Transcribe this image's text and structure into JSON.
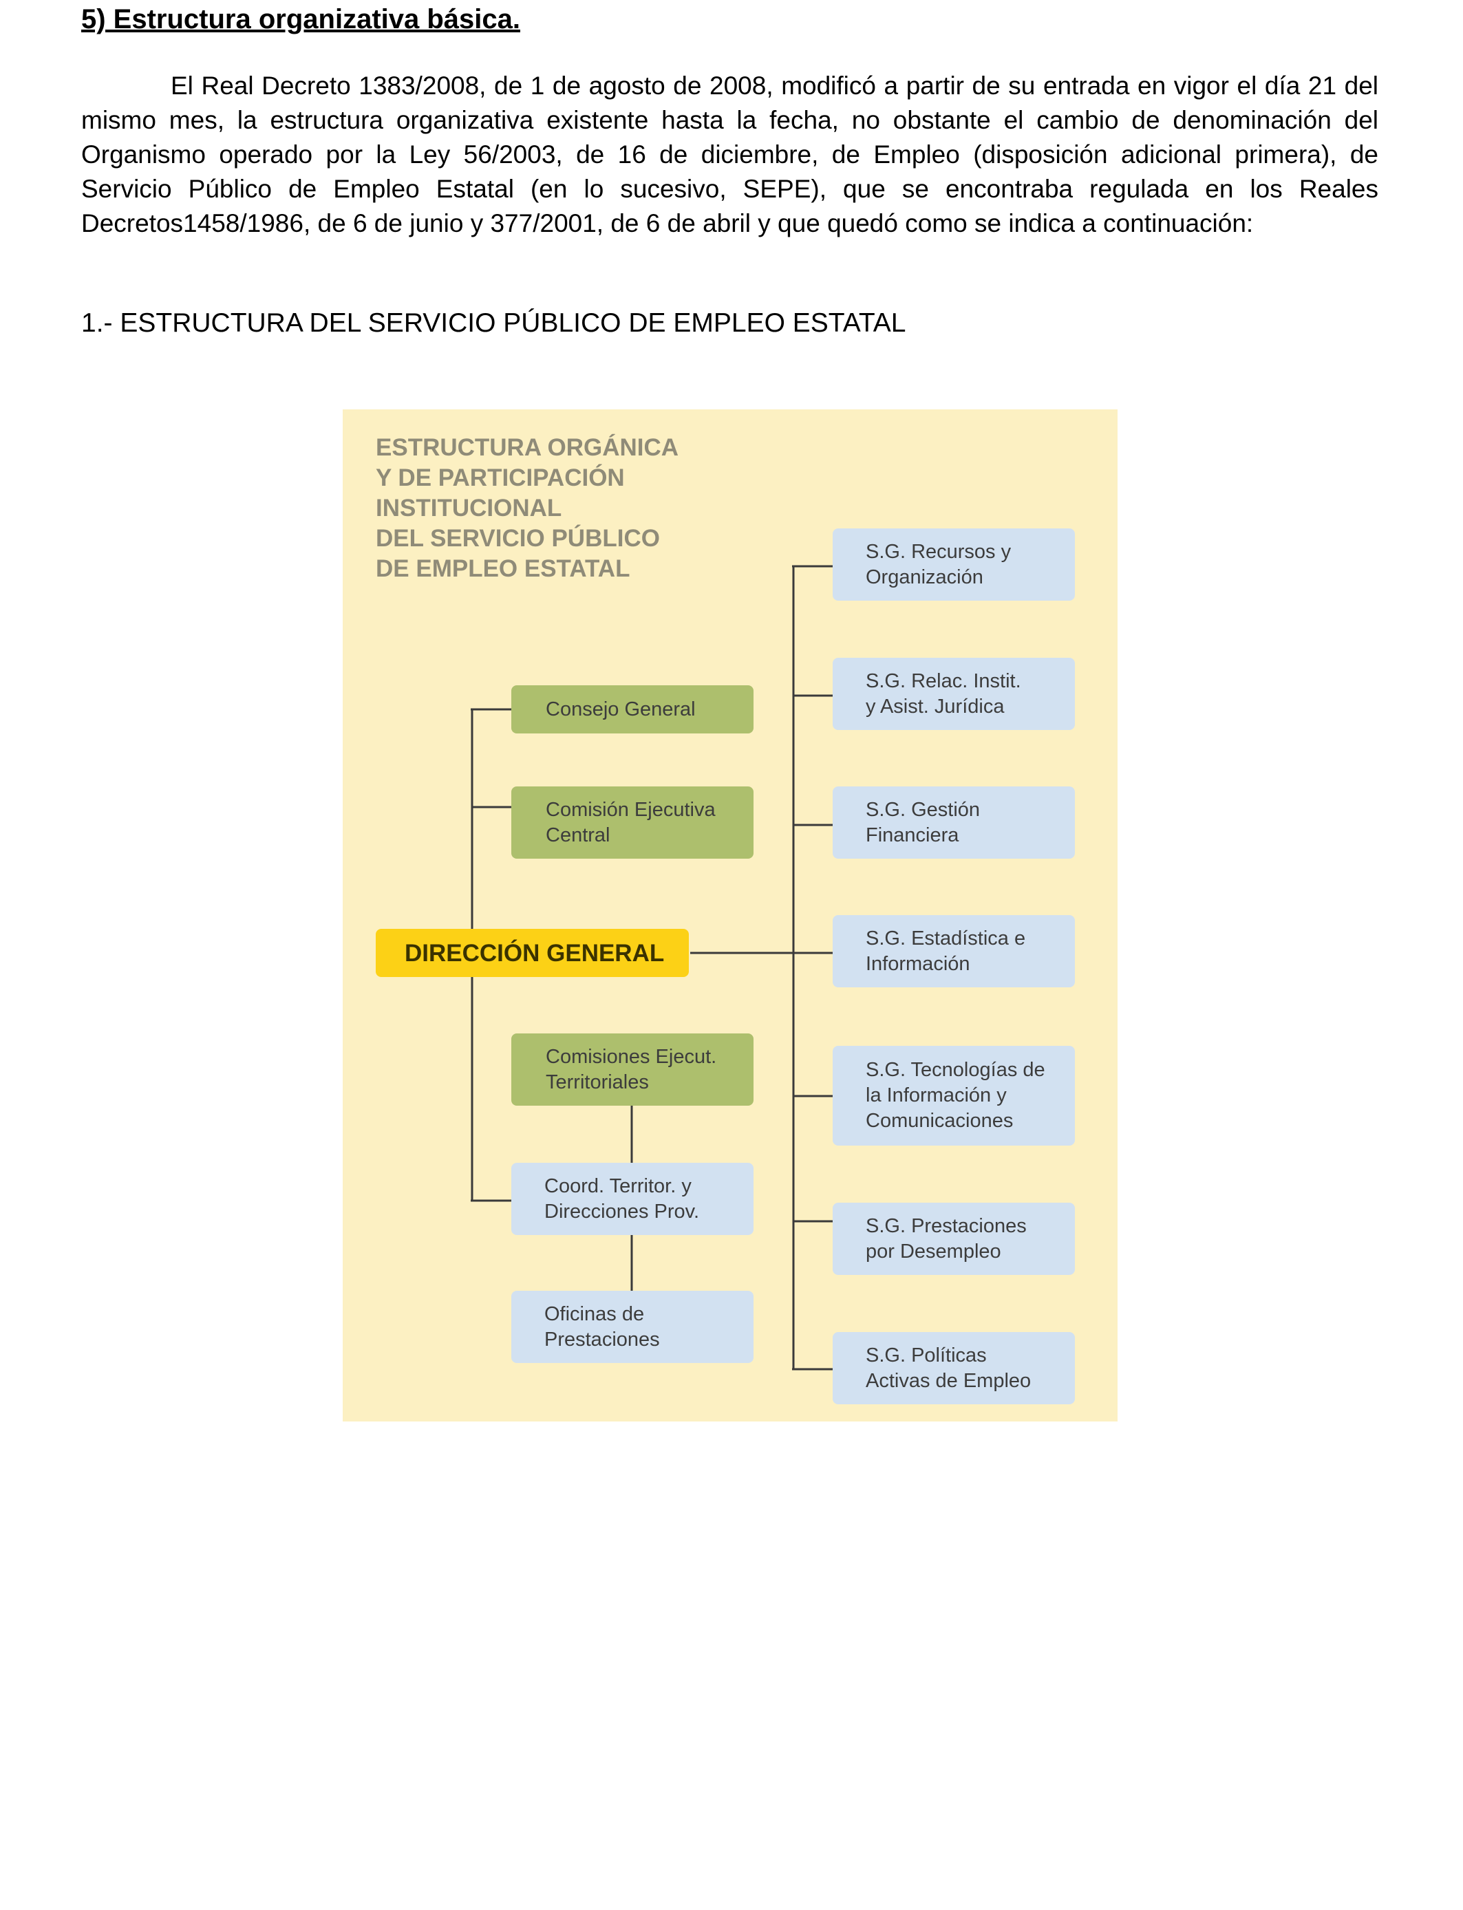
{
  "document": {
    "heading": "5) Estructura organizativa básica.",
    "intro": "El Real Decreto  1383/2008, de 1 de agosto de 2008, modificó a partir de su entrada en vigor el día 21 del mismo mes, la estructura organizativa existente hasta la fecha, no obstante el cambio de denominación del Organismo operado por la Ley 56/2003, de 16 de diciembre, de Empleo (disposición adicional primera), de Servicio Público de Empleo Estatal (en lo sucesivo, SEPE), que se encontraba regulada en los Reales Decretos1458/1986, de 6 de junio y 377/2001, de 6 de abril y que quedó como se indica a continuación:",
    "section_title": "1.- ESTRUCTURA DEL SERVICIO PÚBLICO DE EMPLEO ESTATAL"
  },
  "org_chart": {
    "title_lines": [
      "ESTRUCTURA ORGÁNICA",
      "Y DE PARTICIPACIÓN",
      "INSTITUCIONAL",
      "DEL SERVICIO PÚBLICO",
      "DE EMPLEO ESTATAL"
    ],
    "director": "DIRECCIÓN GENERAL",
    "left_units": {
      "consejo": "Consejo General",
      "comision_central": "Comisión Ejecutiva\nCentral",
      "comisiones_territoriales": "Comisiones Ejecut.\nTerritoriales",
      "coordinacion": "Coord. Territor. y\nDirecciones Prov.",
      "oficinas": "Oficinas de\nPrestaciones"
    },
    "subdirecciones": [
      "S.G. Recursos y\nOrganización",
      "S.G. Relac. Instit.\ny Asist. Jurídica",
      "S.G. Gestión\nFinanciera",
      "S.G. Estadística e\nInformación",
      "S.G. Tecnologías de\nla Información y\nComunicaciones",
      "S.G. Prestaciones\npor Desempleo",
      "S.G. Políticas\nActivas de Empleo"
    ],
    "colors": {
      "background": "#fcf0c2",
      "green_box": "#adbf6d",
      "blue_box": "#d2e1f1",
      "director_box": "#fcd116",
      "lines": "#3a3a3a"
    }
  }
}
